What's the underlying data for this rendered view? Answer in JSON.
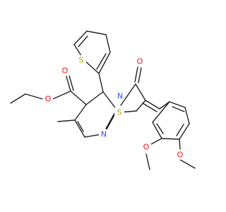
{
  "atom_labels": {
    "o_ester_carbonyl": "O",
    "o_ester_ether": "O",
    "o_ketone": "O",
    "s_thiophene": "S",
    "s_thiazole": "S",
    "n_bridge": "N",
    "n_ring": "N",
    "o_methoxy_2": "O",
    "o_methoxy_4": "O"
  },
  "colors": {
    "bond": "#222222",
    "oxygen": "#ff0d0d",
    "nitrogen": "#3050f8",
    "sulfur": "#b8a200"
  }
}
